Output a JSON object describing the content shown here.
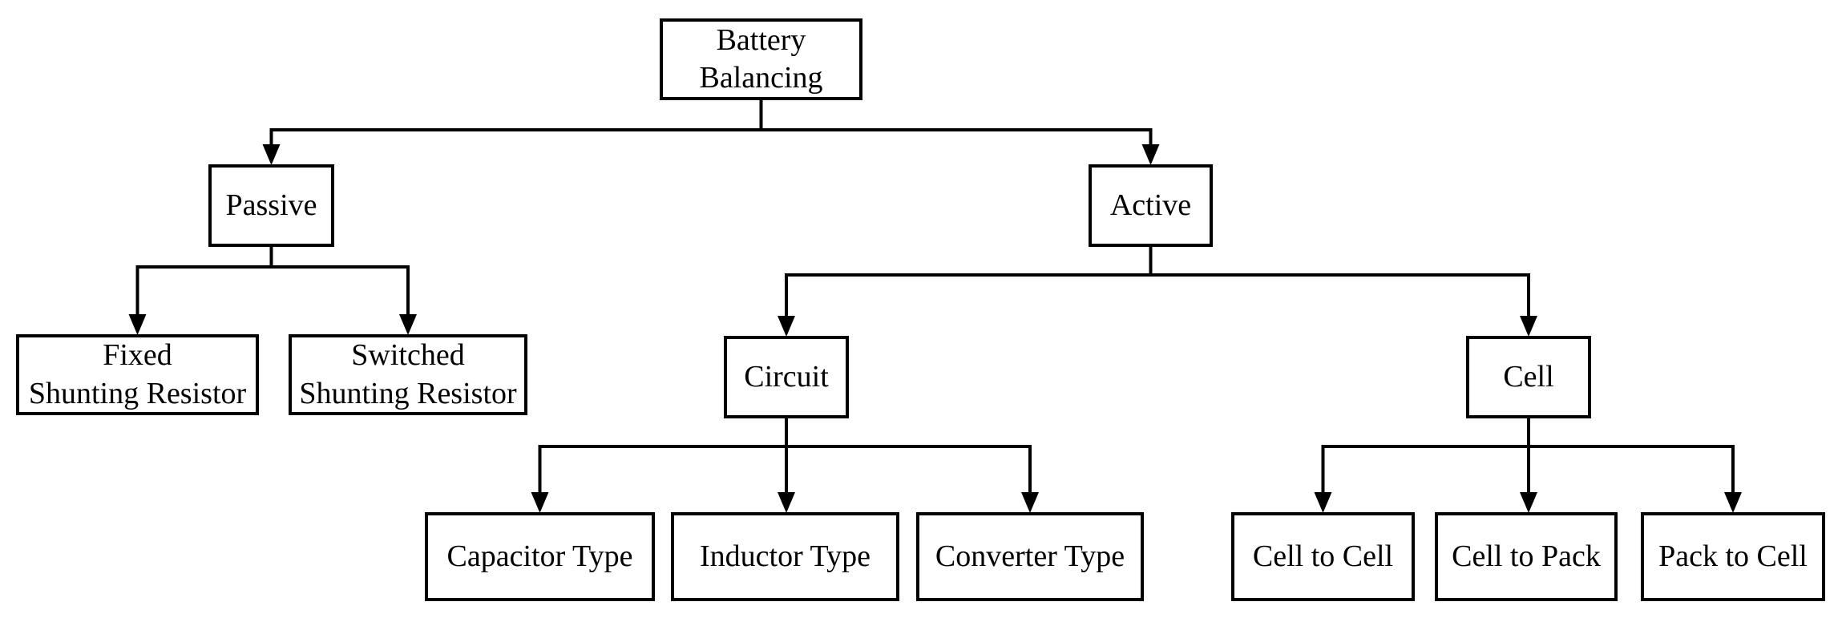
{
  "colors": {
    "background": "#ffffff",
    "box_fill": "#ffffff",
    "box_border": "#000000",
    "line": "#000000",
    "text": "#000000"
  },
  "nodes": {
    "root": {
      "label": "Battery\nBalancing"
    },
    "passive": {
      "label": "Passive"
    },
    "active": {
      "label": "Active"
    },
    "fixed_shunting": {
      "label": "Fixed\nShunting Resistor"
    },
    "switched_shunting": {
      "label": "Switched\nShunting Resistor"
    },
    "circuit": {
      "label": "Circuit"
    },
    "cell": {
      "label": "Cell"
    },
    "capacitor_type": {
      "label": "Capacitor Type"
    },
    "inductor_type": {
      "label": "Inductor Type"
    },
    "converter_type": {
      "label": "Converter Type"
    },
    "cell_to_cell": {
      "label": "Cell to Cell"
    },
    "cell_to_pack": {
      "label": "Cell to Pack"
    },
    "pack_to_cell": {
      "label": "Pack to Cell"
    }
  },
  "tree": {
    "label": "Battery Balancing",
    "children": [
      {
        "label": "Passive",
        "children": [
          {
            "label": "Fixed Shunting Resistor"
          },
          {
            "label": "Switched Shunting Resistor"
          }
        ]
      },
      {
        "label": "Active",
        "children": [
          {
            "label": "Circuit",
            "children": [
              {
                "label": "Capacitor Type"
              },
              {
                "label": "Inductor Type"
              },
              {
                "label": "Converter Type"
              }
            ]
          },
          {
            "label": "Cell",
            "children": [
              {
                "label": "Cell to Cell"
              },
              {
                "label": "Cell to Pack"
              },
              {
                "label": "Pack to Cell"
              }
            ]
          }
        ]
      }
    ]
  }
}
